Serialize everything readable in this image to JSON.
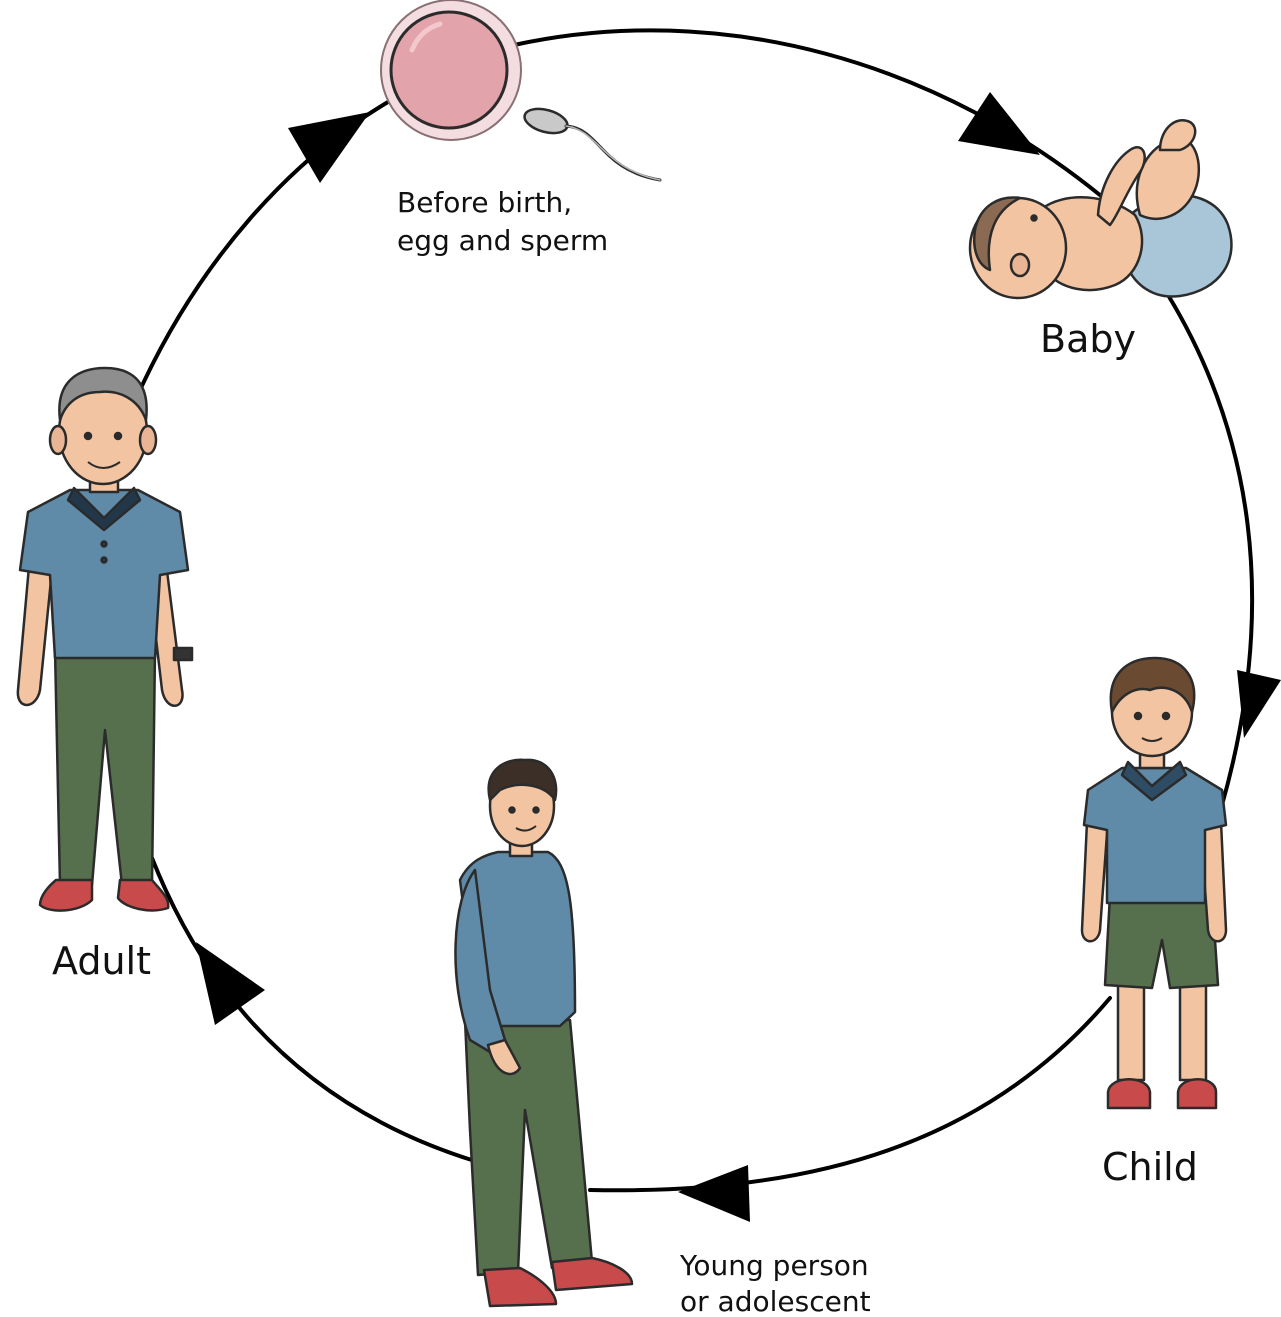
{
  "stages": [
    {
      "id": "before-birth",
      "lines": [
        "Before birth,",
        "egg and sperm"
      ]
    },
    {
      "id": "baby",
      "lines": [
        "Baby"
      ]
    },
    {
      "id": "child",
      "lines": [
        "Child"
      ]
    },
    {
      "id": "young-person",
      "lines": [
        "Young person",
        "or adolescent"
      ]
    },
    {
      "id": "adult",
      "lines": [
        "Adult"
      ]
    }
  ],
  "colors": {
    "cycle_line": "#000000",
    "shirt": "#5f8aa8",
    "shirt_dark": "#4b7392",
    "collar": "#22384a",
    "trousers": "#56704e",
    "skin": "#f3c4a1",
    "hair_adult": "#8e8e8e",
    "hair_dark": "#3c2f28",
    "hair_child": "#6b4a32",
    "shoe": "#c94a4a",
    "diaper": "#a9c5d8",
    "egg": "#e3a3aa",
    "egg_membrane": "#f4dde0",
    "sperm": "#b8b8b8"
  }
}
